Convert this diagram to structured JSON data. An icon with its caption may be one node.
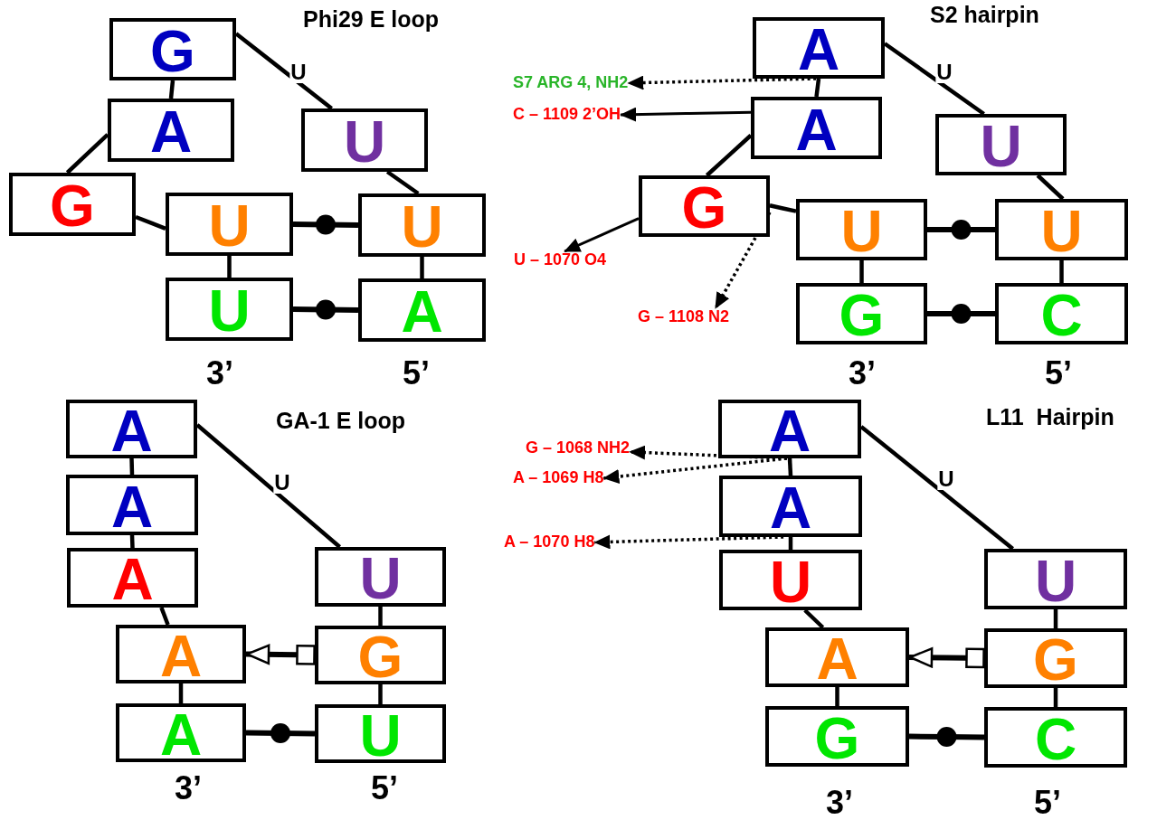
{
  "diagram": {
    "nodes": [
      {
        "text": [
          "G"
        ]
      },
      {
        "text": [
          "A"
        ]
      },
      {
        "text": [
          "G"
        ]
      },
      {
        "text": [
          "U"
        ]
      },
      {
        "text": [
          "U"
        ]
      },
      {
        "text": [
          "U"
        ]
      },
      {
        "text": [
          "U"
        ]
      },
      {
        "text": [
          "A"
        ]
      },
      {
        "text": [
          "A"
        ]
      },
      {
        "text": [
          "A"
        ]
      },
      {
        "text": [
          "G"
        ]
      },
      {
        "text": [
          "U"
        ]
      },
      {
        "text": [
          "U"
        ]
      },
      {
        "text": [
          "U"
        ]
      },
      {
        "text": [
          "G"
        ]
      },
      {
        "text": [
          "C"
        ]
      },
      {
        "text": [
          "S7 ARG 4, NH2"
        ]
      },
      {
        "text": [
          "C – 1109 2’OH"
        ]
      },
      {
        "text": [
          "U – 1070 O4"
        ]
      },
      {
        "text": [
          "G – 1108 N2"
        ]
      },
      {
        "text": [
          "A"
        ]
      },
      {
        "text": [
          "A"
        ]
      },
      {
        "text": [
          "A"
        ]
      },
      {
        "text": [
          "U"
        ]
      },
      {
        "text": [
          "A"
        ]
      },
      {
        "text": [
          "G"
        ]
      },
      {
        "text": [
          "A"
        ]
      },
      {
        "text": [
          "U"
        ]
      },
      {
        "text": [
          "A"
        ]
      },
      {
        "text": [
          "A"
        ]
      },
      {
        "text": [
          "U"
        ]
      },
      {
        "text": [
          "U"
        ]
      },
      {
        "text": [
          "A"
        ]
      },
      {
        "text": [
          "G"
        ]
      },
      {
        "text": [
          "G"
        ]
      },
      {
        "text": [
          "C"
        ]
      },
      {
        "text": [
          "G – 1068 NH2"
        ]
      },
      {
        "text": [
          "A – 1069 H8"
        ]
      },
      {
        "text": [
          "A – 1070 H8"
        ]
      }
    ],
    "edges": [
      {
        "from": 0,
        "to": 1,
        "arrow": "none"
      },
      {
        "from": 1,
        "to": 2,
        "arrow": "none"
      },
      {
        "from": 2,
        "to": 4,
        "arrow": "none"
      },
      {
        "from": 0,
        "to": 3,
        "arrow": "none",
        "label": "U"
      },
      {
        "from": 3,
        "to": 5,
        "arrow": "none"
      },
      {
        "from": 4,
        "to": 6,
        "arrow": "none"
      },
      {
        "from": 5,
        "to": 7,
        "arrow": "none"
      },
      {
        "from": 4,
        "to": 5,
        "arrow": "none"
      },
      {
        "from": 6,
        "to": 7,
        "arrow": "none"
      },
      {
        "from": 8,
        "to": 9,
        "arrow": "none"
      },
      {
        "from": 9,
        "to": 10,
        "arrow": "none"
      },
      {
        "from": 10,
        "to": 12,
        "arrow": "none"
      },
      {
        "from": 8,
        "to": 11,
        "arrow": "none",
        "label": "U"
      },
      {
        "from": 11,
        "to": 13,
        "arrow": "none"
      },
      {
        "from": 12,
        "to": 14,
        "arrow": "none"
      },
      {
        "from": 13,
        "to": 15,
        "arrow": "none"
      },
      {
        "from": 12,
        "to": 13,
        "arrow": "none"
      },
      {
        "from": 14,
        "to": 15,
        "arrow": "none"
      },
      {
        "from": 8,
        "to": 16,
        "arrow": "to",
        "style": "dashed"
      },
      {
        "from": 9,
        "to": 17,
        "arrow": "to"
      },
      {
        "from": 10,
        "to": 18,
        "arrow": "to"
      },
      {
        "from": 10,
        "to": 19,
        "arrow": "to",
        "style": "dashed"
      },
      {
        "from": 20,
        "to": 21,
        "arrow": "none"
      },
      {
        "from": 21,
        "to": 22,
        "arrow": "none"
      },
      {
        "from": 22,
        "to": 24,
        "arrow": "none"
      },
      {
        "from": 20,
        "to": 23,
        "arrow": "none",
        "label": "U"
      },
      {
        "from": 23,
        "to": 25,
        "arrow": "none"
      },
      {
        "from": 24,
        "to": 26,
        "arrow": "none"
      },
      {
        "from": 25,
        "to": 27,
        "arrow": "none"
      },
      {
        "from": 25,
        "to": 24,
        "arrow": "to"
      },
      {
        "from": 26,
        "to": 27,
        "arrow": "none"
      },
      {
        "from": 28,
        "to": 29,
        "arrow": "none"
      },
      {
        "from": 29,
        "to": 30,
        "arrow": "none"
      },
      {
        "from": 30,
        "to": 32,
        "arrow": "none"
      },
      {
        "from": 28,
        "to": 31,
        "arrow": "none",
        "label": "U"
      },
      {
        "from": 31,
        "to": 33,
        "arrow": "none"
      },
      {
        "from": 32,
        "to": 34,
        "arrow": "none"
      },
      {
        "from": 33,
        "to": 35,
        "arrow": "none"
      },
      {
        "from": 33,
        "to": 32,
        "arrow": "to"
      },
      {
        "from": 34,
        "to": 35,
        "arrow": "none"
      },
      {
        "from": 28,
        "to": 36,
        "arrow": "to",
        "style": "dashed"
      },
      {
        "from": 28,
        "to": 37,
        "arrow": "to",
        "style": "dashed"
      },
      {
        "from": 29,
        "to": 38,
        "arrow": "to",
        "style": "dashed"
      }
    ],
    "labels": [
      "Phi29 E loop",
      "3’",
      "5’",
      "S2 hairpin",
      "3’",
      "5’",
      "GA-1 E loop",
      "3’",
      "5’",
      "L11  Hairpin",
      "3’",
      "5’"
    ]
  }
}
